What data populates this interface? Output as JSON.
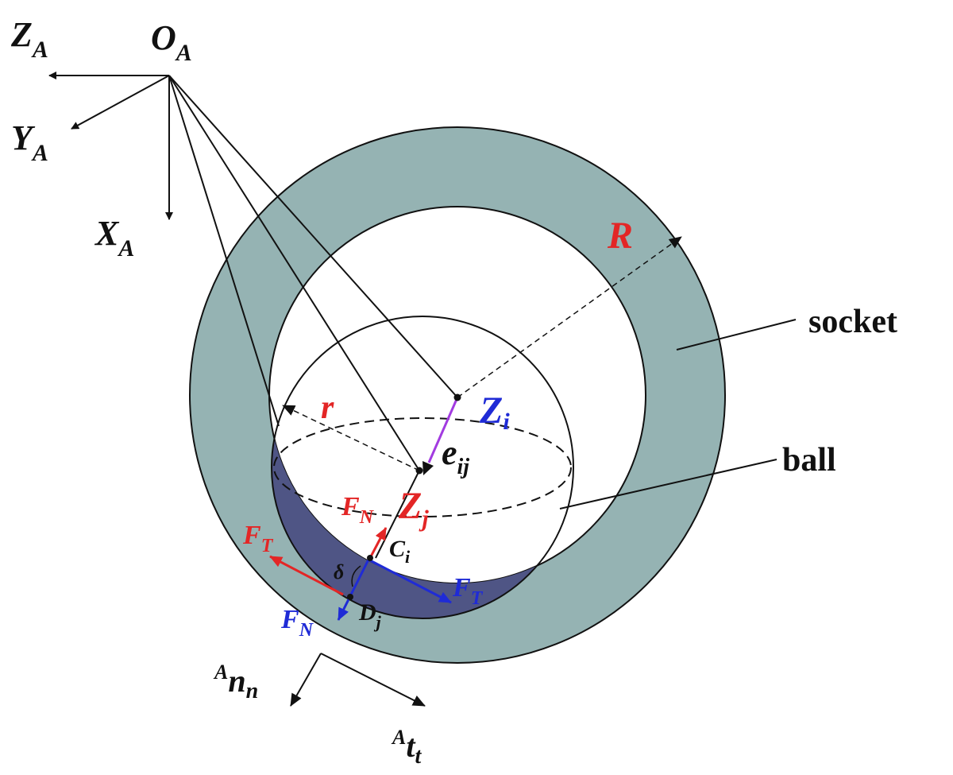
{
  "frame_axes": {
    "origin": {
      "main": "O",
      "sub": "A"
    },
    "z": {
      "main": "Z",
      "sub": "A"
    },
    "y": {
      "main": "Y",
      "sub": "A"
    },
    "x": {
      "main": "X",
      "sub": "A"
    }
  },
  "labels": {
    "socket_radius": "R",
    "ball_radius": "r",
    "socket": "socket",
    "ball": "ball",
    "socket_center": {
      "main": "Z",
      "sub": "i"
    },
    "ball_center": {
      "main": "Z",
      "sub": "j"
    },
    "eccentricity": {
      "main": "e",
      "sub": "ij"
    },
    "normal_force_red": {
      "main": "F",
      "sub": "N"
    },
    "tangent_force_red": {
      "main": "F",
      "sub": "T"
    },
    "normal_force_blue": {
      "main": "F",
      "sub": "N"
    },
    "tangent_force_blue": {
      "main": "F",
      "sub": "T"
    },
    "contact_point_c": {
      "main": "C",
      "sub": "i"
    },
    "contact_point_d": {
      "main": "D",
      "sub": "j"
    },
    "penetration": "δ",
    "normal_dir": {
      "sup": "A",
      "main": "n",
      "sub": "n"
    },
    "tangent_dir": {
      "sup": "A",
      "main": "t",
      "sub": "t"
    }
  },
  "colors": {
    "socket_fill": "#95b3b3",
    "overlap_fill": "#4f5585",
    "red": "#e32626",
    "blue": "#1f2bd6",
    "purple": "#a23be0",
    "line": "#111111"
  }
}
